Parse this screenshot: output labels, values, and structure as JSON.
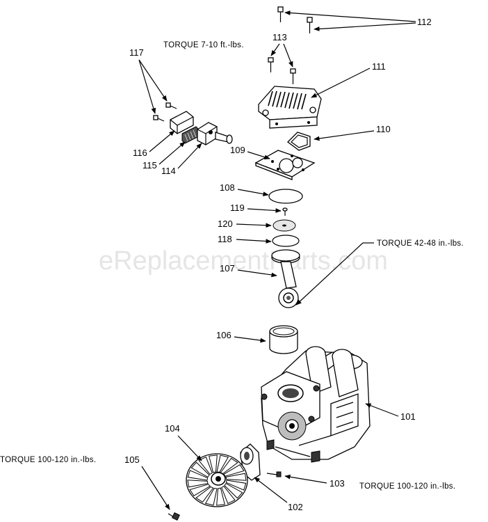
{
  "watermark": "eReplacementParts.com",
  "torque_notes": {
    "head_bolts": "TORQUE  7-10 ft.-lbs.",
    "rod": "TORQUE  42-48 in.-lbs.",
    "fan_bolt": "TORQUE  100-120 in.-lbs.",
    "eccentric_screw": "TORQUE  100-120 in.-lbs."
  },
  "callouts": {
    "p101": "101",
    "p102": "102",
    "p103": "103",
    "p104": "104",
    "p105": "105",
    "p106": "106",
    "p107": "107",
    "p108": "108",
    "p109": "109",
    "p110": "110",
    "p111": "111",
    "p112": "112",
    "p113": "113",
    "p114": "114",
    "p115": "115",
    "p116": "116",
    "p117": "117",
    "p118": "118",
    "p119": "119",
    "p120": "120"
  }
}
